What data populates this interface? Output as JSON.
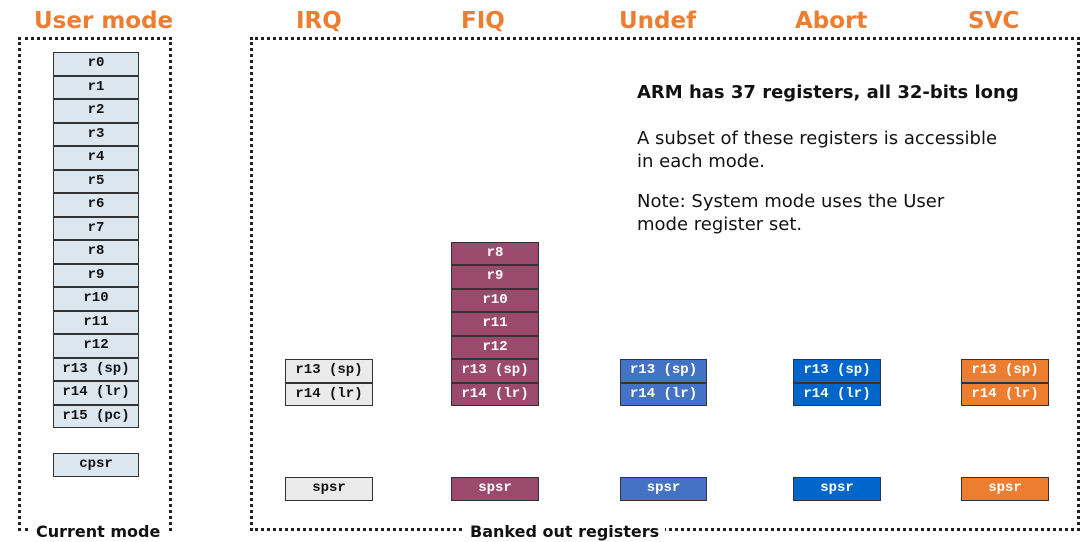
{
  "titles": {
    "user": "User mode",
    "irq": "IRQ",
    "fiq": "FIQ",
    "undef": "Undef",
    "abort": "Abort",
    "svc": "SVC"
  },
  "captions": {
    "current_mode": "Current mode",
    "banked": "Banked out registers"
  },
  "info": {
    "headline": "ARM has 37 registers, all 32-bits long",
    "subset": "A subset of these registers is accessible in each mode.",
    "note": "Note: System mode uses the User mode register set."
  },
  "user_registers": [
    "r0",
    "r1",
    "r2",
    "r3",
    "r4",
    "r5",
    "r6",
    "r7",
    "r8",
    "r9",
    "r10",
    "r11",
    "r12",
    "r13 (sp)",
    "r14 (lr)",
    "r15 (pc)"
  ],
  "user_cpsr": "cpsr",
  "irq_registers": [
    "r13 (sp)",
    "r14 (lr)"
  ],
  "irq_spsr": "spsr",
  "fiq_registers": [
    "r8",
    "r9",
    "r10",
    "r11",
    "r12",
    "r13 (sp)",
    "r14 (lr)"
  ],
  "fiq_spsr": "spsr",
  "undef_registers": [
    "r13 (sp)",
    "r14 (lr)"
  ],
  "undef_spsr": "spsr",
  "abort_registers": [
    "r13 (sp)",
    "r14 (lr)"
  ],
  "abort_spsr": "spsr",
  "svc_registers": [
    "r13 (sp)",
    "r14 (lr)"
  ],
  "svc_spsr": "spsr",
  "colors": {
    "title": "#ED7D31",
    "user": "#DBE6EF",
    "irq": "#EAEAEA",
    "fiq": "#9B4A6D",
    "undef": "#4472C4",
    "abort": "#0066CC",
    "svc": "#ED7D31"
  }
}
